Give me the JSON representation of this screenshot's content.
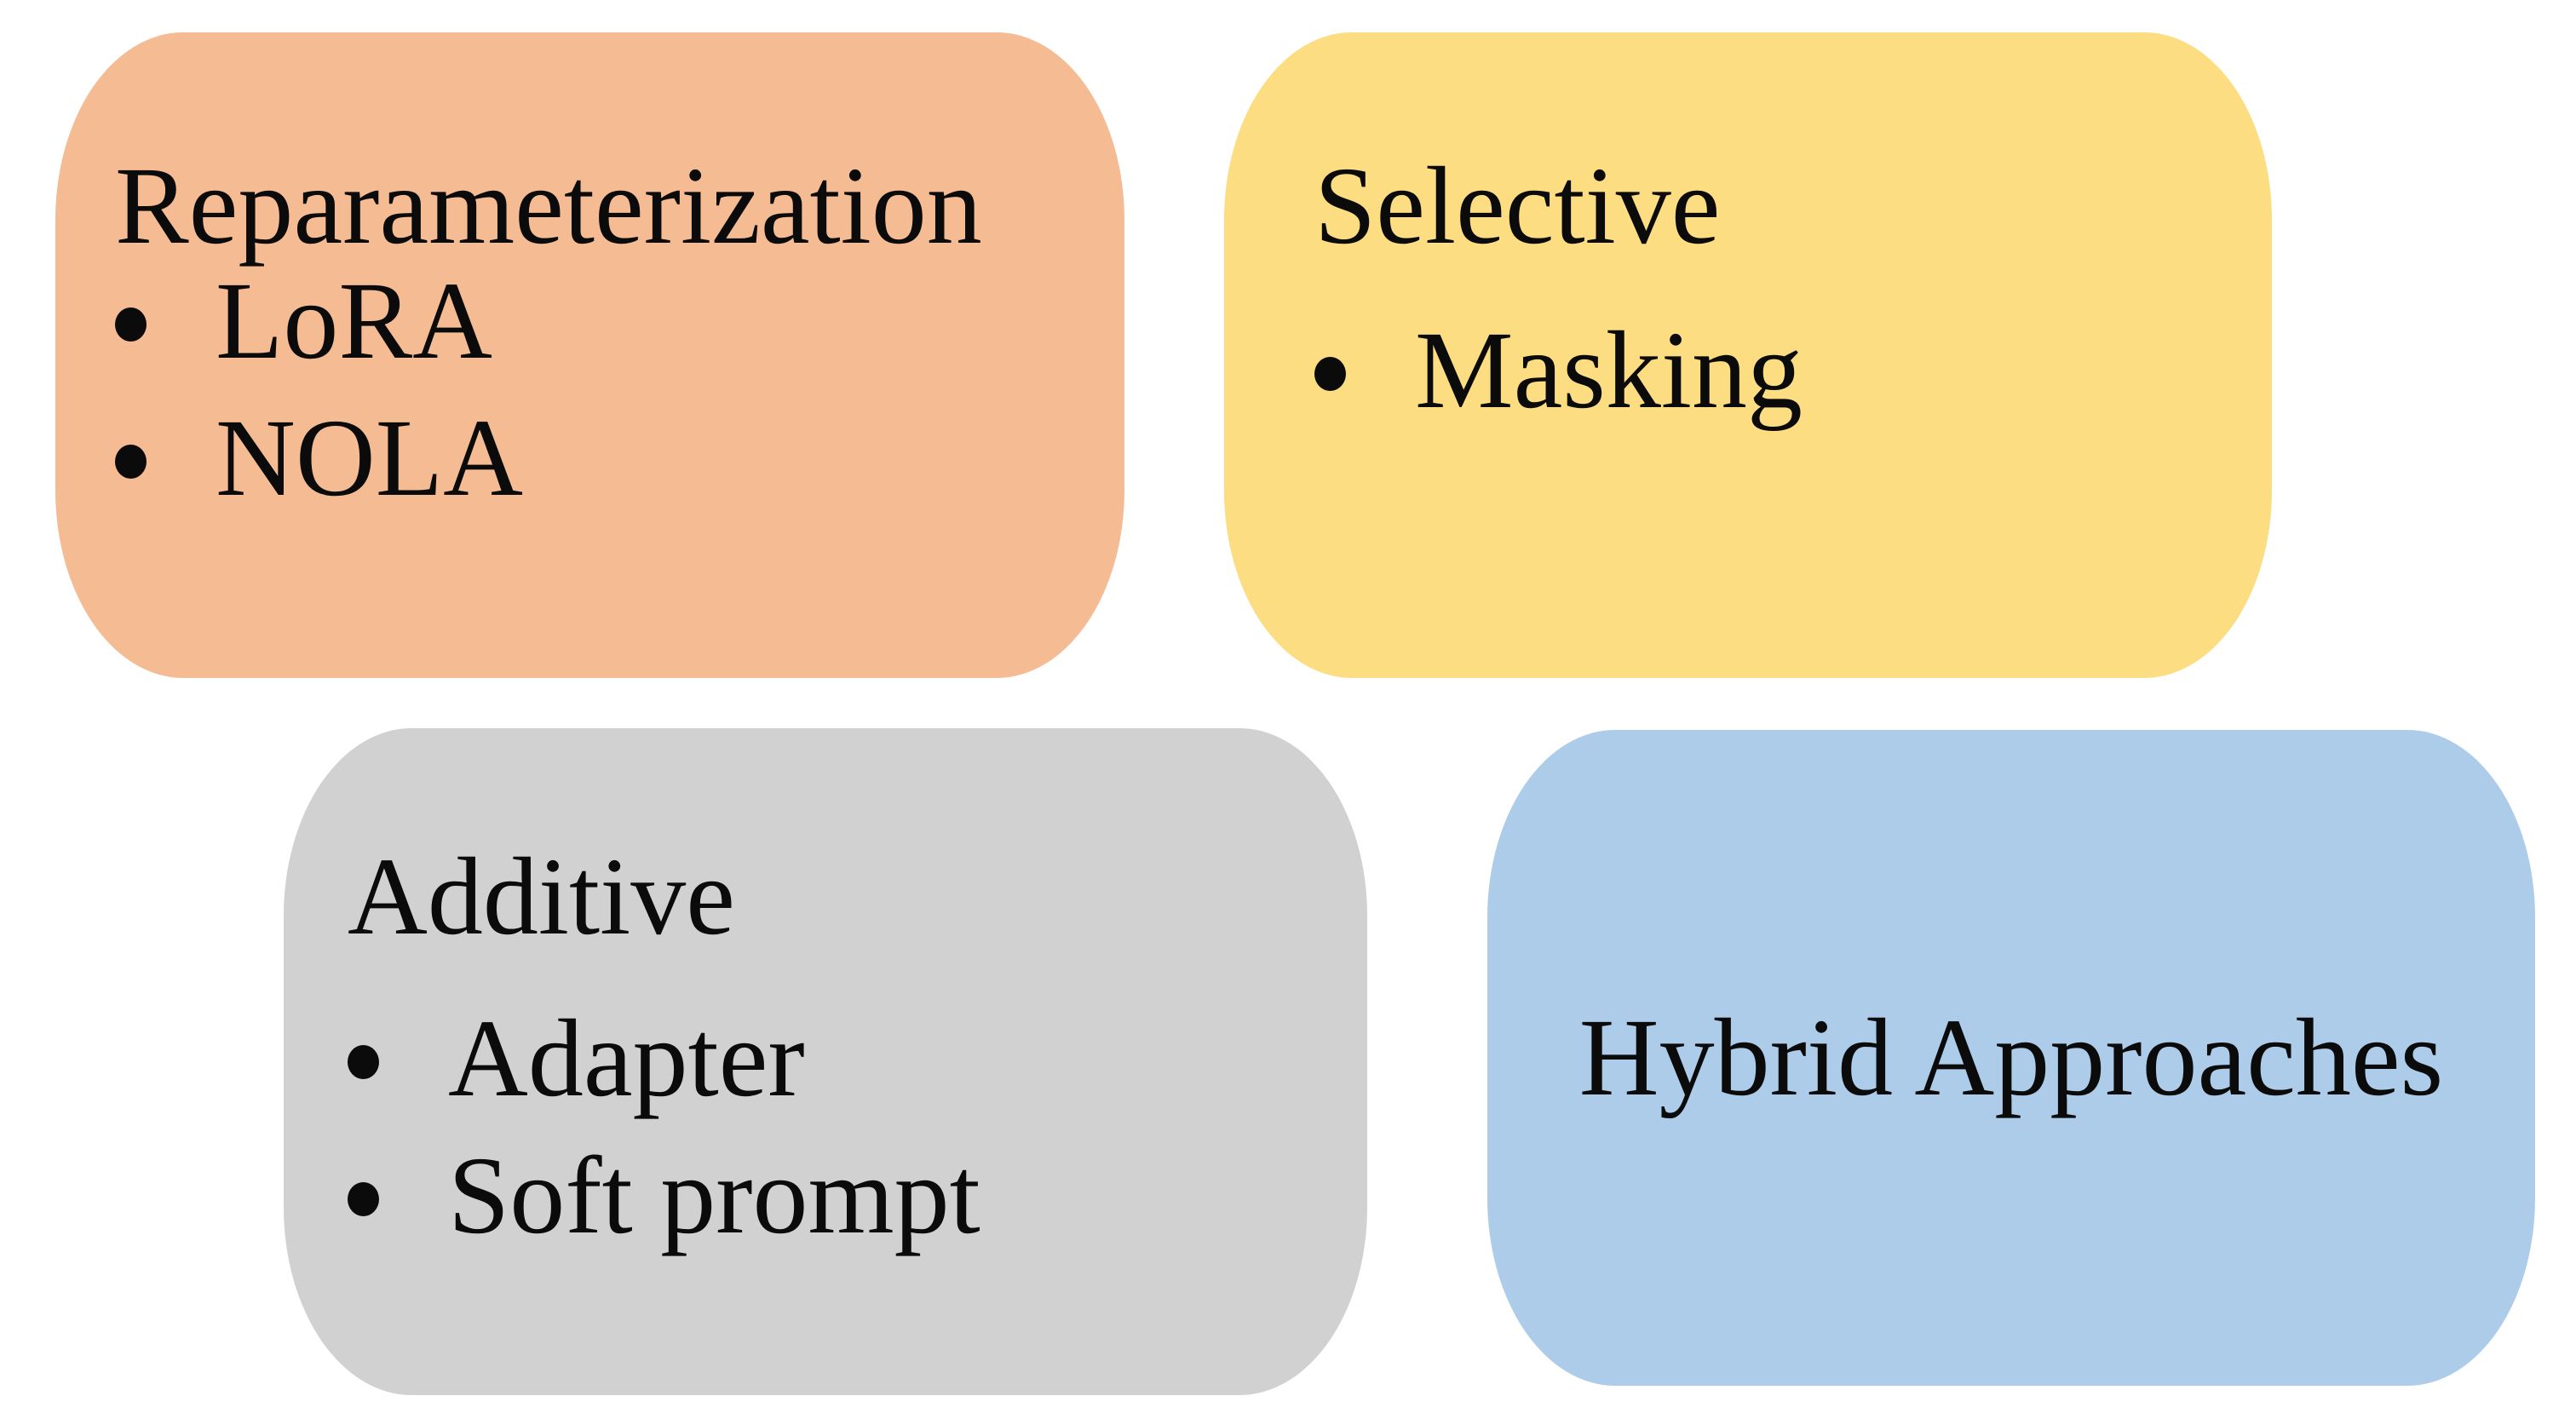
{
  "figure": {
    "background": "#ffffff",
    "text_color": "#0b0b0b",
    "bullet_glyph": "filled-round-dot",
    "boxes": [
      {
        "key": "reparameterization",
        "title": "Reparameterization",
        "items": [
          "LoRA",
          "NOLA"
        ],
        "fill": "#F5BC94"
      },
      {
        "key": "selective",
        "title": "Selective",
        "items": [
          "Masking"
        ],
        "fill": "#FDDD81"
      },
      {
        "key": "additive",
        "title": "Additive",
        "items": [
          "Adapter",
          "Soft prompt"
        ],
        "fill": "#D1D1D1"
      },
      {
        "key": "hybrid",
        "title": "Hybrid Approaches",
        "items": [],
        "fill": "#ADCCEA"
      }
    ]
  }
}
